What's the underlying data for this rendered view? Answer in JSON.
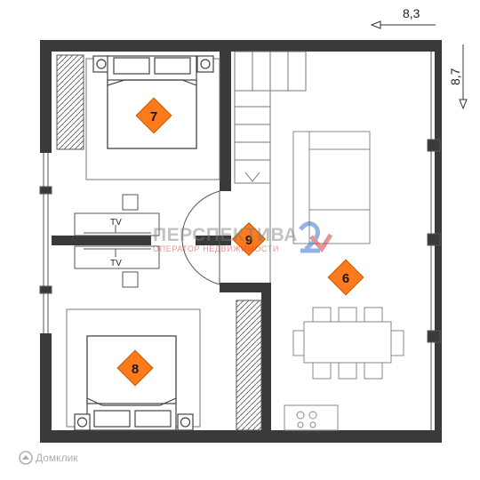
{
  "dimensions": {
    "width": "8,3",
    "height": "8,7"
  },
  "rooms": [
    {
      "number": "7",
      "badge_color": "#ff7a1a"
    },
    {
      "number": "8",
      "badge_color": "#ff7a1a"
    },
    {
      "number": "9",
      "badge_color": "#ff7a1a"
    },
    {
      "number": "6",
      "badge_color": "#ff7a1a"
    }
  ],
  "tv_labels": [
    "TV",
    "TV"
  ],
  "watermark": {
    "title": "ПЕРСПЕКТИВА",
    "subtitle": "ОПЕРАТОР НЕДВИЖИМОСТИ"
  },
  "logo": {
    "text": "Домклик"
  },
  "colors": {
    "wall": "#3a3a3a",
    "line": "#555555",
    "badge": "#ff7a1a"
  }
}
